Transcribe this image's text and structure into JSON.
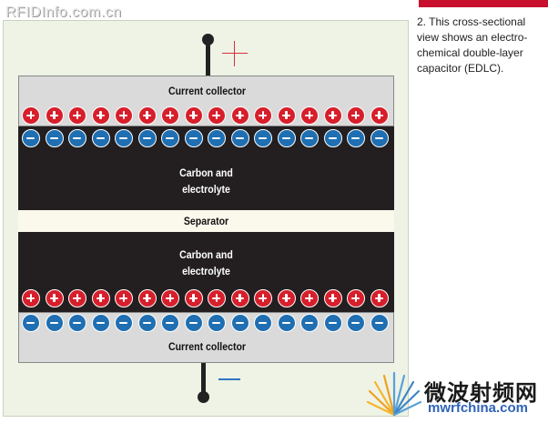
{
  "watermark": "RFIDInfo.com.cn",
  "caption": "2. This cross-sectional view shows an electro-chemical double-layer capacitor (EDLC).",
  "layers": {
    "top_collector": "Current collector",
    "top_carbon": [
      "Carbon and",
      "electrolyte"
    ],
    "separator": "Separator",
    "bottom_carbon": [
      "Carbon and",
      "electrolyte"
    ],
    "bottom_collector": "Current collector"
  },
  "terminals": {
    "positive_symbol": "+",
    "negative_symbol": "−"
  },
  "charges_per_row": 16,
  "colors": {
    "positive": "#d71f2c",
    "negative": "#1f6fb2",
    "accent": "#c8102e"
  },
  "logo": {
    "cn": "微波射频网",
    "url": "mwrfchina.com"
  }
}
